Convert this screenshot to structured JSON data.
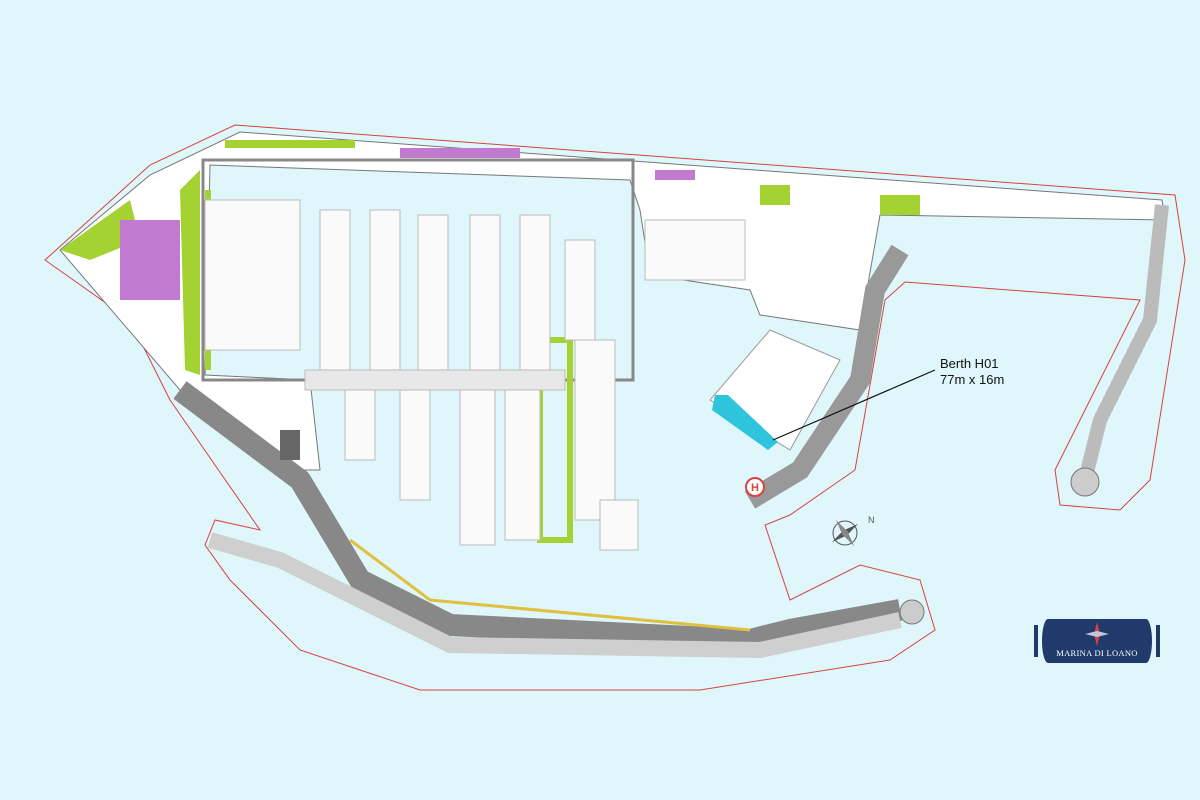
{
  "berth_label": {
    "name": "Berth H01",
    "size": "77m x 16m"
  },
  "heliport": {
    "symbol": "H"
  },
  "logo": {
    "text": "MARINA DI LOANO"
  },
  "compass": {
    "north_symbol": "N"
  },
  "colors": {
    "water": "#dff7fa",
    "land": "#ffffff",
    "green": "#a4d233",
    "berth_highlight": "#2ec5dc",
    "boundary": "#d94040",
    "logo": "#1f3a6b"
  }
}
